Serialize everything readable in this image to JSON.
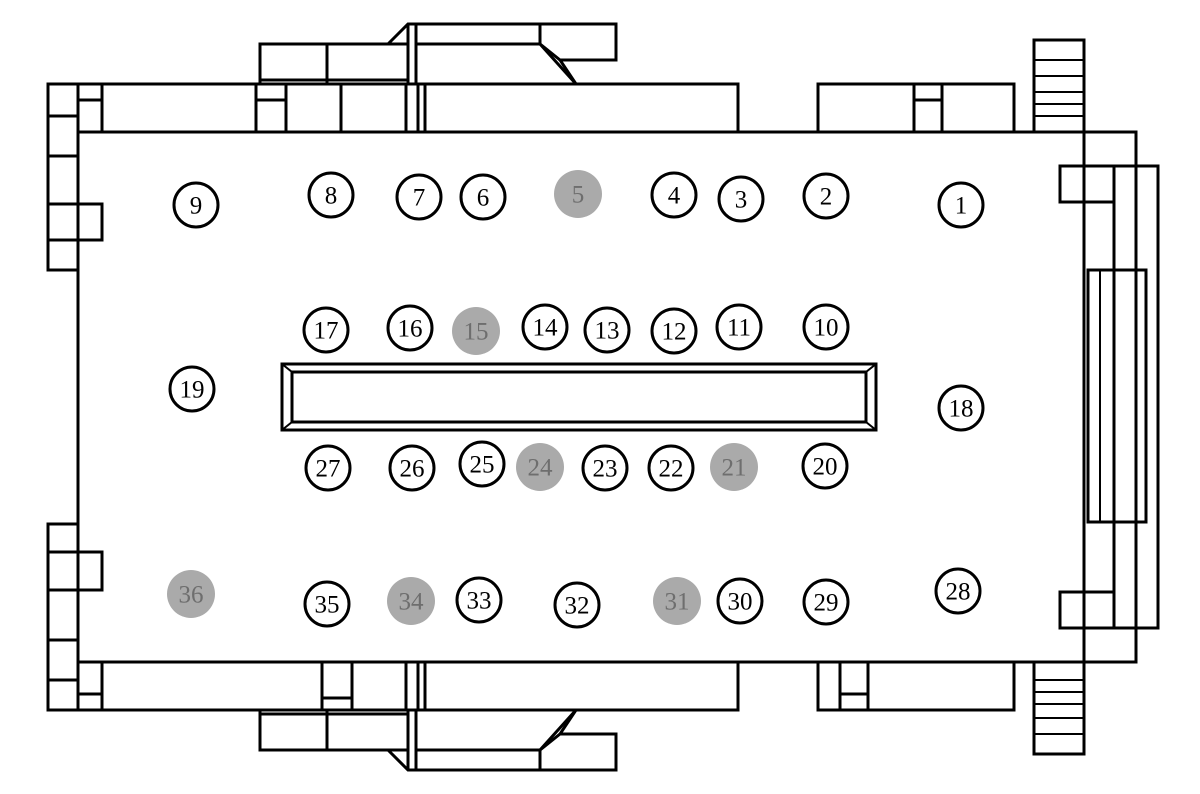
{
  "colors": {
    "line": "#000000",
    "marker_open_fill": "#ffffff",
    "marker_filled_fill": "#aaaaaa",
    "marker_filled_text": "#6e6e6e"
  },
  "markers": [
    {
      "id": "1",
      "label": "1",
      "filled": false
    },
    {
      "id": "2",
      "label": "2",
      "filled": false
    },
    {
      "id": "3",
      "label": "3",
      "filled": false
    },
    {
      "id": "4",
      "label": "4",
      "filled": false
    },
    {
      "id": "5",
      "label": "5",
      "filled": true
    },
    {
      "id": "6",
      "label": "6",
      "filled": false
    },
    {
      "id": "7",
      "label": "7",
      "filled": false
    },
    {
      "id": "8",
      "label": "8",
      "filled": false
    },
    {
      "id": "9",
      "label": "9",
      "filled": false
    },
    {
      "id": "10",
      "label": "10",
      "filled": false
    },
    {
      "id": "11",
      "label": "11",
      "filled": false
    },
    {
      "id": "12",
      "label": "12",
      "filled": false
    },
    {
      "id": "13",
      "label": "13",
      "filled": false
    },
    {
      "id": "14",
      "label": "14",
      "filled": false
    },
    {
      "id": "15",
      "label": "15",
      "filled": true
    },
    {
      "id": "16",
      "label": "16",
      "filled": false
    },
    {
      "id": "17",
      "label": "17",
      "filled": false
    },
    {
      "id": "18",
      "label": "18",
      "filled": false
    },
    {
      "id": "19",
      "label": "19",
      "filled": false
    },
    {
      "id": "20",
      "label": "20",
      "filled": false
    },
    {
      "id": "21",
      "label": "21",
      "filled": true
    },
    {
      "id": "22",
      "label": "22",
      "filled": false
    },
    {
      "id": "23",
      "label": "23",
      "filled": false
    },
    {
      "id": "24",
      "label": "24",
      "filled": true
    },
    {
      "id": "25",
      "label": "25",
      "filled": false
    },
    {
      "id": "26",
      "label": "26",
      "filled": false
    },
    {
      "id": "27",
      "label": "27",
      "filled": false
    },
    {
      "id": "28",
      "label": "28",
      "filled": false
    },
    {
      "id": "29",
      "label": "29",
      "filled": false
    },
    {
      "id": "30",
      "label": "30",
      "filled": false
    },
    {
      "id": "31",
      "label": "31",
      "filled": true
    },
    {
      "id": "32",
      "label": "32",
      "filled": false
    },
    {
      "id": "33",
      "label": "33",
      "filled": false
    },
    {
      "id": "34",
      "label": "34",
      "filled": true
    },
    {
      "id": "35",
      "label": "35",
      "filled": false
    },
    {
      "id": "36",
      "label": "36",
      "filled": true
    }
  ]
}
